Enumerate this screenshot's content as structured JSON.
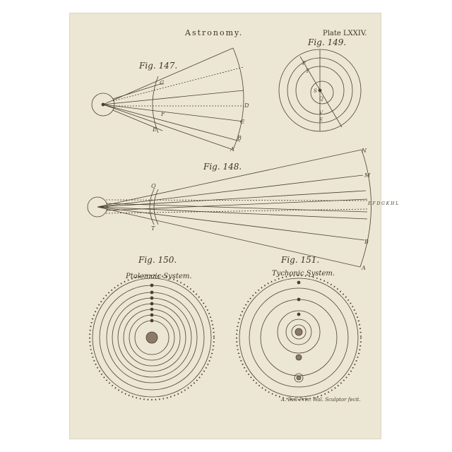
{
  "header": {
    "title": "Astronomy.",
    "plate": "Plate LXXIV."
  },
  "figures": {
    "fig147": {
      "label": "Fig. 147.",
      "letters": [
        "G",
        "F",
        "E",
        "D",
        "C",
        "B",
        "A"
      ]
    },
    "fig148": {
      "label": "Fig. 148.",
      "letters": [
        "N",
        "M",
        "Q",
        "T",
        "B",
        "A"
      ]
    },
    "fig149": {
      "label": "Fig. 149.",
      "letters": [
        "P",
        "T",
        "S",
        "Q",
        "V",
        "E"
      ]
    },
    "fig150": {
      "label": "Fig. 150.",
      "caption": "Ptolemaic System."
    },
    "fig151": {
      "label": "Fig. 151.",
      "caption": "Tychonic System."
    }
  },
  "imprint": "A. Bell Prin. Wal. Sculptor fecit."
}
